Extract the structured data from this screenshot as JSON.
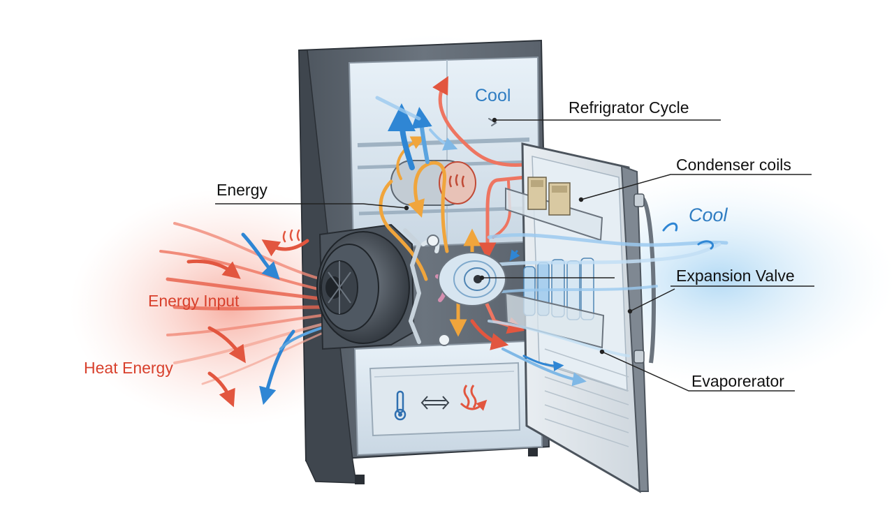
{
  "labels": {
    "refrigerator_cycle": "Refrigrator Cycle",
    "condenser_coils": "Condenser coils",
    "energy": "Energy",
    "cool_top": "Cool",
    "cool_right": "Cool",
    "expansion_valve": "Expansion Valve",
    "energy_input": "Energy Input",
    "heat_energy": "Heat Energy",
    "evaporator": "Evaporerator"
  },
  "colors": {
    "hot": "#e2563f",
    "cold": "#2f86d4",
    "warm_pipe": "#f0a53c",
    "label_red": "#d8402c",
    "label_blue": "#2f7dc2",
    "body": "#5d6670"
  },
  "icons": [
    "thermometer-icon",
    "heat-icon",
    "double-arrow-icon",
    "compressor-fan-icon"
  ]
}
